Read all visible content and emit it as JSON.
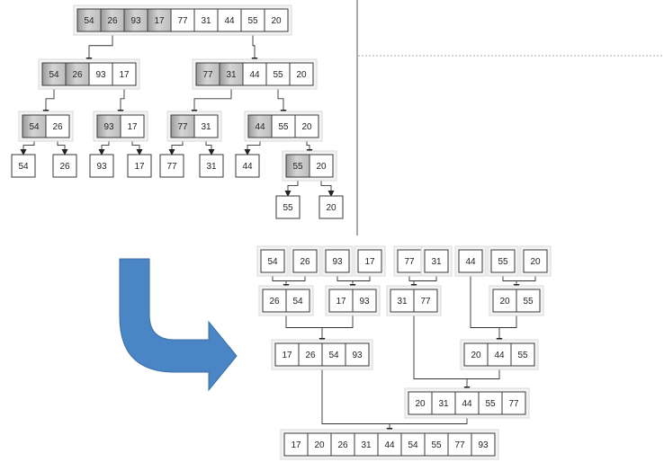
{
  "split_phase": {
    "nodes": [
      {
        "id": "s0",
        "values": [
          "54",
          "26",
          "93",
          "17",
          "77",
          "31",
          "44",
          "55",
          "20"
        ],
        "shaded": [
          0,
          1,
          2,
          3
        ]
      },
      {
        "id": "s1a",
        "values": [
          "54",
          "26",
          "93",
          "17"
        ],
        "shaded": [
          0,
          1
        ]
      },
      {
        "id": "s1b",
        "values": [
          "77",
          "31",
          "44",
          "55",
          "20"
        ],
        "shaded": [
          0,
          1
        ]
      },
      {
        "id": "s2a",
        "values": [
          "54",
          "26"
        ],
        "shaded": [
          0
        ]
      },
      {
        "id": "s2b",
        "values": [
          "93",
          "17"
        ],
        "shaded": [
          0
        ]
      },
      {
        "id": "s2c",
        "values": [
          "77",
          "31"
        ],
        "shaded": [
          0
        ]
      },
      {
        "id": "s2d",
        "values": [
          "44",
          "55",
          "20"
        ],
        "shaded": [
          0
        ]
      },
      {
        "id": "s3a",
        "values": [
          "54"
        ],
        "shaded": []
      },
      {
        "id": "s3b",
        "values": [
          "26"
        ],
        "shaded": []
      },
      {
        "id": "s3c",
        "values": [
          "93"
        ],
        "shaded": []
      },
      {
        "id": "s3d",
        "values": [
          "17"
        ],
        "shaded": []
      },
      {
        "id": "s3e",
        "values": [
          "77"
        ],
        "shaded": []
      },
      {
        "id": "s3f",
        "values": [
          "31"
        ],
        "shaded": []
      },
      {
        "id": "s3g",
        "values": [
          "44"
        ],
        "shaded": []
      },
      {
        "id": "s3h",
        "values": [
          "55",
          "20"
        ],
        "shaded": [
          0
        ]
      },
      {
        "id": "s4a",
        "values": [
          "55"
        ],
        "shaded": []
      },
      {
        "id": "s4b",
        "values": [
          "20"
        ],
        "shaded": []
      }
    ]
  },
  "merge_phase": {
    "nodes": [
      {
        "id": "m0a",
        "values": [
          "54"
        ]
      },
      {
        "id": "m0b",
        "values": [
          "26"
        ]
      },
      {
        "id": "m0c",
        "values": [
          "93"
        ]
      },
      {
        "id": "m0d",
        "values": [
          "17"
        ]
      },
      {
        "id": "m0e",
        "values": [
          "77"
        ]
      },
      {
        "id": "m0f",
        "values": [
          "31"
        ]
      },
      {
        "id": "m0g",
        "values": [
          "44"
        ]
      },
      {
        "id": "m0h",
        "values": [
          "55"
        ]
      },
      {
        "id": "m0i",
        "values": [
          "20"
        ]
      },
      {
        "id": "m1a",
        "values": [
          "26",
          "54"
        ]
      },
      {
        "id": "m1b",
        "values": [
          "17",
          "93"
        ]
      },
      {
        "id": "m1c",
        "values": [
          "31",
          "77"
        ]
      },
      {
        "id": "m1d",
        "values": [
          "20",
          "55"
        ]
      },
      {
        "id": "m2a",
        "values": [
          "17",
          "26",
          "54",
          "93"
        ]
      },
      {
        "id": "m2b",
        "values": [
          "20",
          "44",
          "55"
        ]
      },
      {
        "id": "m3",
        "values": [
          "20",
          "31",
          "44",
          "55",
          "77"
        ]
      },
      {
        "id": "m4",
        "values": [
          "17",
          "20",
          "26",
          "31",
          "44",
          "54",
          "55",
          "77",
          "93"
        ]
      }
    ]
  },
  "colors": {
    "arrow": "#4a86c5",
    "arrow_stroke": "#3b6fa6",
    "divider": "#555555",
    "dotted": "#aaaaaa"
  }
}
